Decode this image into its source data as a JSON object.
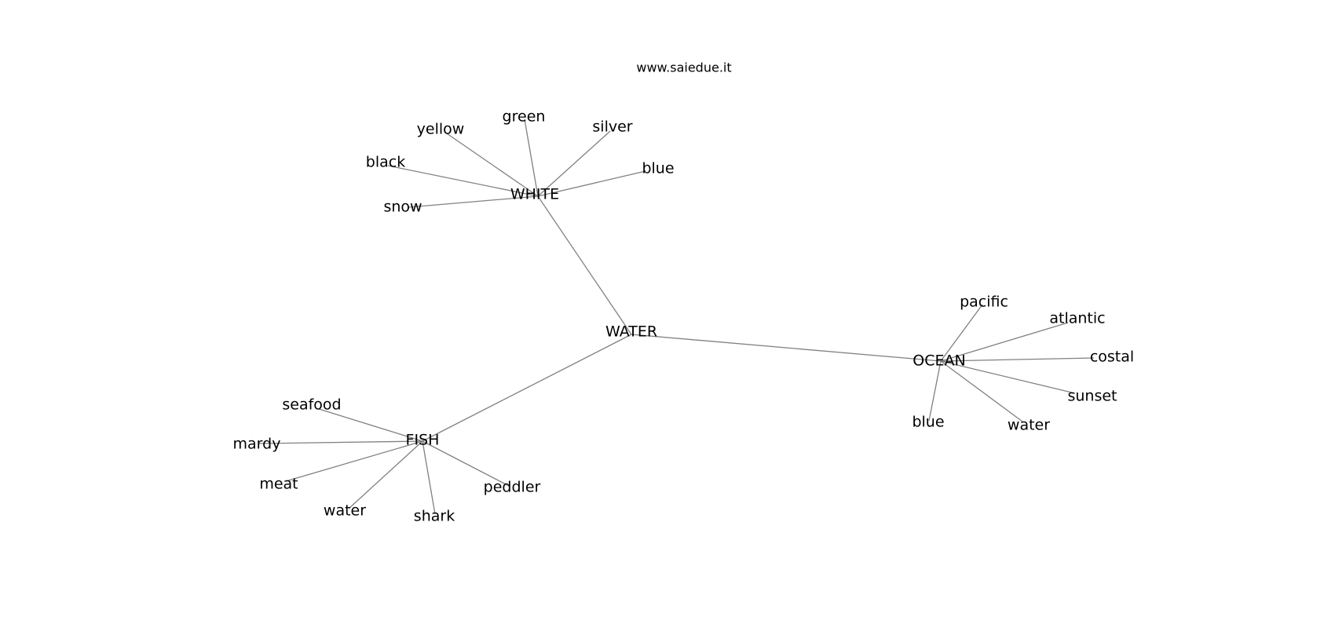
{
  "site": "www.saiedue.it",
  "colors": {
    "edge": "#808080",
    "text": "#000000",
    "background": "#ffffff"
  },
  "graph": {
    "root": "WATER",
    "hubs": [
      {
        "id": "white",
        "label": "WHITE",
        "leaves": [
          "yellow",
          "green",
          "silver",
          "black",
          "blue",
          "snow"
        ]
      },
      {
        "id": "ocean",
        "label": "OCEAN",
        "leaves": [
          "pacific",
          "atlantic",
          "costal",
          "sunset",
          "water",
          "blue"
        ]
      },
      {
        "id": "fish",
        "label": "FISH",
        "leaves": [
          "seafood",
          "mardy",
          "meat",
          "water",
          "shark",
          "peddler"
        ]
      }
    ]
  }
}
